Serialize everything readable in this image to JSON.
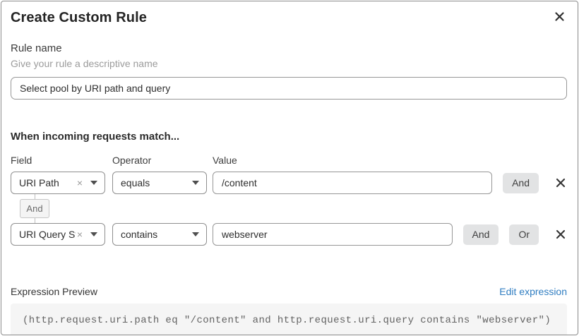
{
  "dialog": {
    "title": "Create Custom Rule"
  },
  "rule_name": {
    "label": "Rule name",
    "helper": "Give your rule a descriptive name",
    "value": "Select pool by URI path and query"
  },
  "match": {
    "heading": "When incoming requests match...",
    "columns": {
      "field": "Field",
      "operator": "Operator",
      "value": "Value"
    },
    "connector_label": "And",
    "rows": [
      {
        "field": "URI Path",
        "operator": "equals",
        "value": "/content",
        "buttons": [
          "And"
        ]
      },
      {
        "field": "URI Query St...",
        "operator": "contains",
        "value": "webserver",
        "buttons": [
          "And",
          "Or"
        ]
      }
    ]
  },
  "expression": {
    "label": "Expression Preview",
    "edit_link": "Edit expression",
    "preview": "(http.request.uri.path eq \"/content\" and http.request.uri.query contains \"webserver\")"
  },
  "icons": {
    "clear_glyph": "×"
  },
  "colors": {
    "link_blue": "#2f7dc1",
    "chip_button_bg": "#e2e3e4",
    "code_bg": "#f5f5f5",
    "dialog_border": "#8d8d8d"
  }
}
